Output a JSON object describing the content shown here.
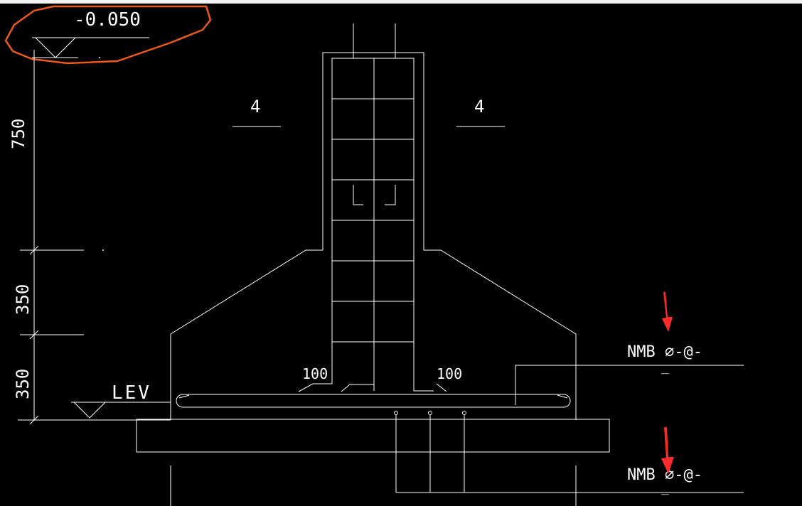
{
  "colors": {
    "background": "#000000",
    "lines": "#ffffff",
    "markup_circle": "#e85a1e",
    "markup_arrow": "#ff2a2a"
  },
  "labels": {
    "elevation_top": "-0.050",
    "section_mark_left": "4",
    "section_mark_right": "4",
    "dim_750": "750",
    "dim_350_upper": "350",
    "dim_350_lower": "350",
    "lev": "LEV",
    "offset_left": "100",
    "offset_right": "100",
    "rebar_top": "NMB ⌀-@-",
    "rebar_bottom": "NMB ⌀-@-",
    "underscore_top": "_",
    "underscore_bottom": "_"
  }
}
